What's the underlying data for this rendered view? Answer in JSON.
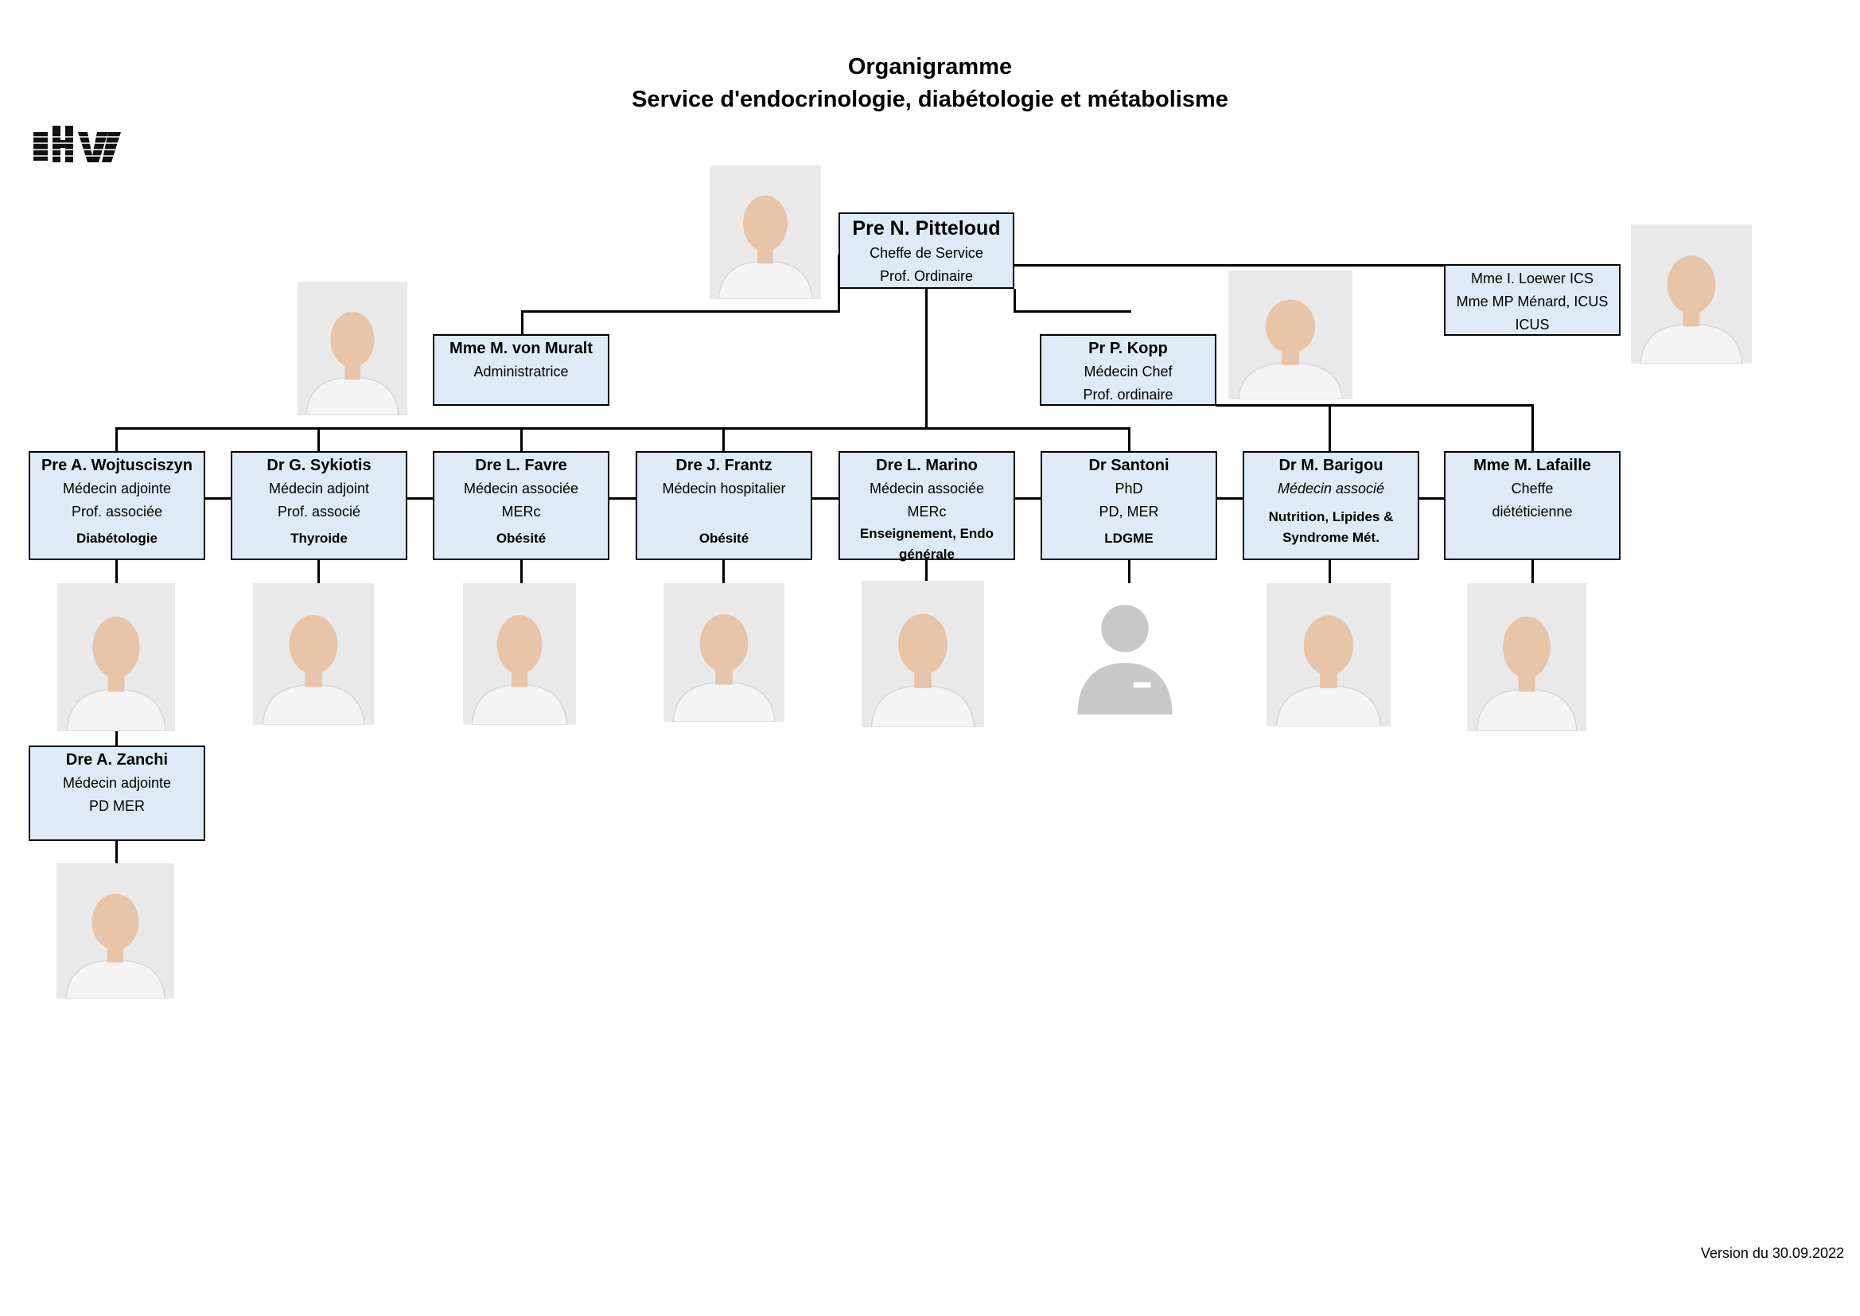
{
  "title": {
    "line1": "Organigramme",
    "line2": "Service d'endocrinologie, diabétologie et métabolisme"
  },
  "logo": {
    "text": "CHUV",
    "icon": "chuv-logo"
  },
  "boxes": {
    "chief": {
      "name": "Pre N. Pitteloud",
      "line1": "Cheffe de Service",
      "line2": "Prof. Ordinaire"
    },
    "admin": {
      "name": "Mme M. von Muralt",
      "line1": "Administratrice"
    },
    "nursing": {
      "line1": "Mme I. Loewer ICS",
      "line2": "Mme MP Ménard, ICUS",
      "line3": "ICUS"
    },
    "kopp": {
      "name": "Pr P. Kopp",
      "line1": "Médecin Chef",
      "line2": "Prof. ordinaire"
    },
    "wojtusciszyn": {
      "name": "Pre A. Wojtusciszyn",
      "line1": "Médecin adjointe",
      "line2": "Prof. associée",
      "spec": "Diabétologie"
    },
    "sykiotis": {
      "name": "Dr G. Sykiotis",
      "line1": "Médecin adjoint",
      "line2": "Prof. associé",
      "spec": "Thyroide"
    },
    "favre": {
      "name": "Dre L. Favre",
      "line1": "Médecin associée",
      "line2": "MERc",
      "spec": "Obésité"
    },
    "frantz": {
      "name": "Dre J. Frantz",
      "line1": "Médecin hospitalier",
      "spec": "Obésité"
    },
    "marino": {
      "name": "Dre L. Marino",
      "line1": "Médecin associée",
      "line2": "MERc",
      "spec": "Enseignement, Endo générale"
    },
    "santoni": {
      "name": "Dr Santoni",
      "line1": "PhD",
      "line2": "PD, MER",
      "spec": "LDGME"
    },
    "barigou": {
      "name": "Dr M. Barigou",
      "line1": "Médecin associé",
      "spec": "Nutrition, Lipides & Syndrome Mét."
    },
    "lafaille": {
      "name": "Mme M. Lafaille",
      "line1": "Cheffe",
      "line2": "diététicienne"
    },
    "zanchi": {
      "name": "Dre A. Zanchi",
      "line1": "Médecin adjointe",
      "line2": "PD MER"
    }
  },
  "photo_colors": {
    "background": "#e9e9e9",
    "coat": "#f4f4f4",
    "skin": "#e8c4a8",
    "placeholder": "#c8c8c8"
  },
  "version": "Version du 30.09.2022"
}
